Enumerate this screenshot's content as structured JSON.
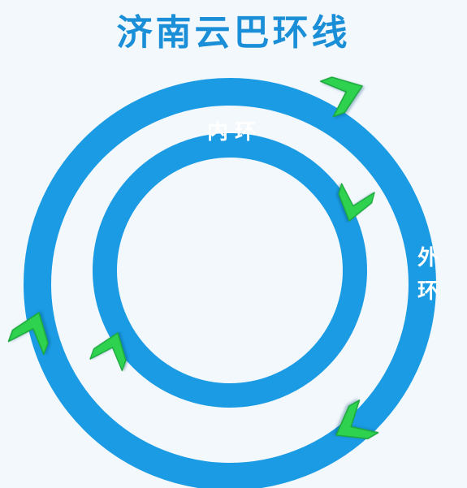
{
  "title": "济南云巴环线",
  "inner_loop": {
    "label": "内环"
  },
  "outer_loop": {
    "label_line1": "外",
    "label_line2": "环"
  },
  "colors": {
    "background": "#f3f8fd",
    "ring": "#1a9be3",
    "arrow": "#2fd24f",
    "arrow_edge": "#1ea83c",
    "label": "#ffffff",
    "title": "#1a8fd8"
  },
  "arrows": {
    "outer": [
      "direction-arrow",
      "direction-arrow",
      "direction-arrow"
    ],
    "inner": [
      "direction-arrow",
      "direction-arrow"
    ]
  }
}
